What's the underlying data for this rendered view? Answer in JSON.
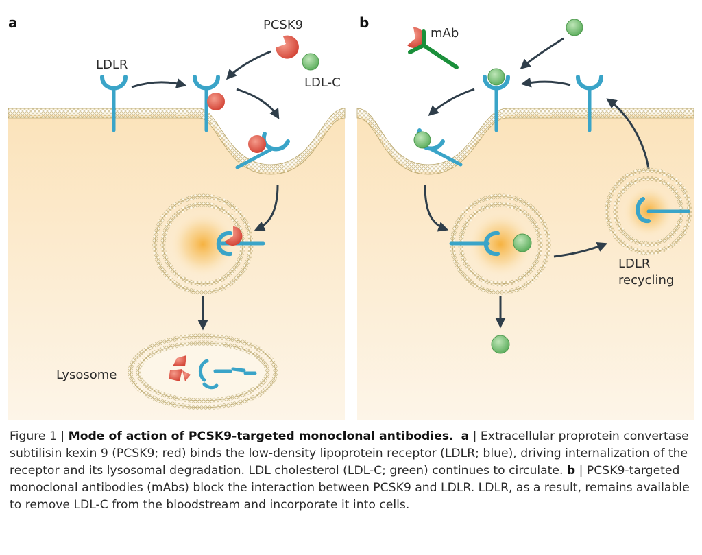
{
  "panels": {
    "a": {
      "letter": "a",
      "labels": {
        "pcsk9": "PCSK9",
        "ldlr": "LDLR",
        "ldlc": "LDL-C",
        "lysosome": "Lysosome"
      }
    },
    "b": {
      "letter": "b",
      "labels": {
        "mab": "mAb",
        "recycling_line1": "LDLR",
        "recycling_line2": "recycling"
      }
    }
  },
  "caption": {
    "prefix": "Figure 1 | ",
    "title": "Mode of action of PCSK9-targeted monoclonal antibodies.",
    "part_a_letter": "a",
    "part_a_text": " | Extracellular proprotein convertase subtilisin kexin 9 (PCSK9; red) binds the low-density lipoprotein receptor (LDLR; blue), driving internalization of the receptor and its lysosomal degradation.  LDL cholesterol (LDL-C; green) continues to circulate.",
    "part_b_letter": "b",
    "part_b_text": " | PCSK9-targeted monoclonal antibodies (mAbs) block the interaction between PCSK9 and LDLR. LDLR, as a result, remains available to remove LDL-C from the bloodstream and incorporate it into cells."
  },
  "colors": {
    "receptor": "#3aa4c8",
    "pcsk9": "#e0554a",
    "ldlc": "#7cc47c",
    "antibody": "#1a8f3a",
    "cell": "#fbe6c2",
    "membrane": "#c9b98a",
    "arrow": "#2f3e4a"
  }
}
